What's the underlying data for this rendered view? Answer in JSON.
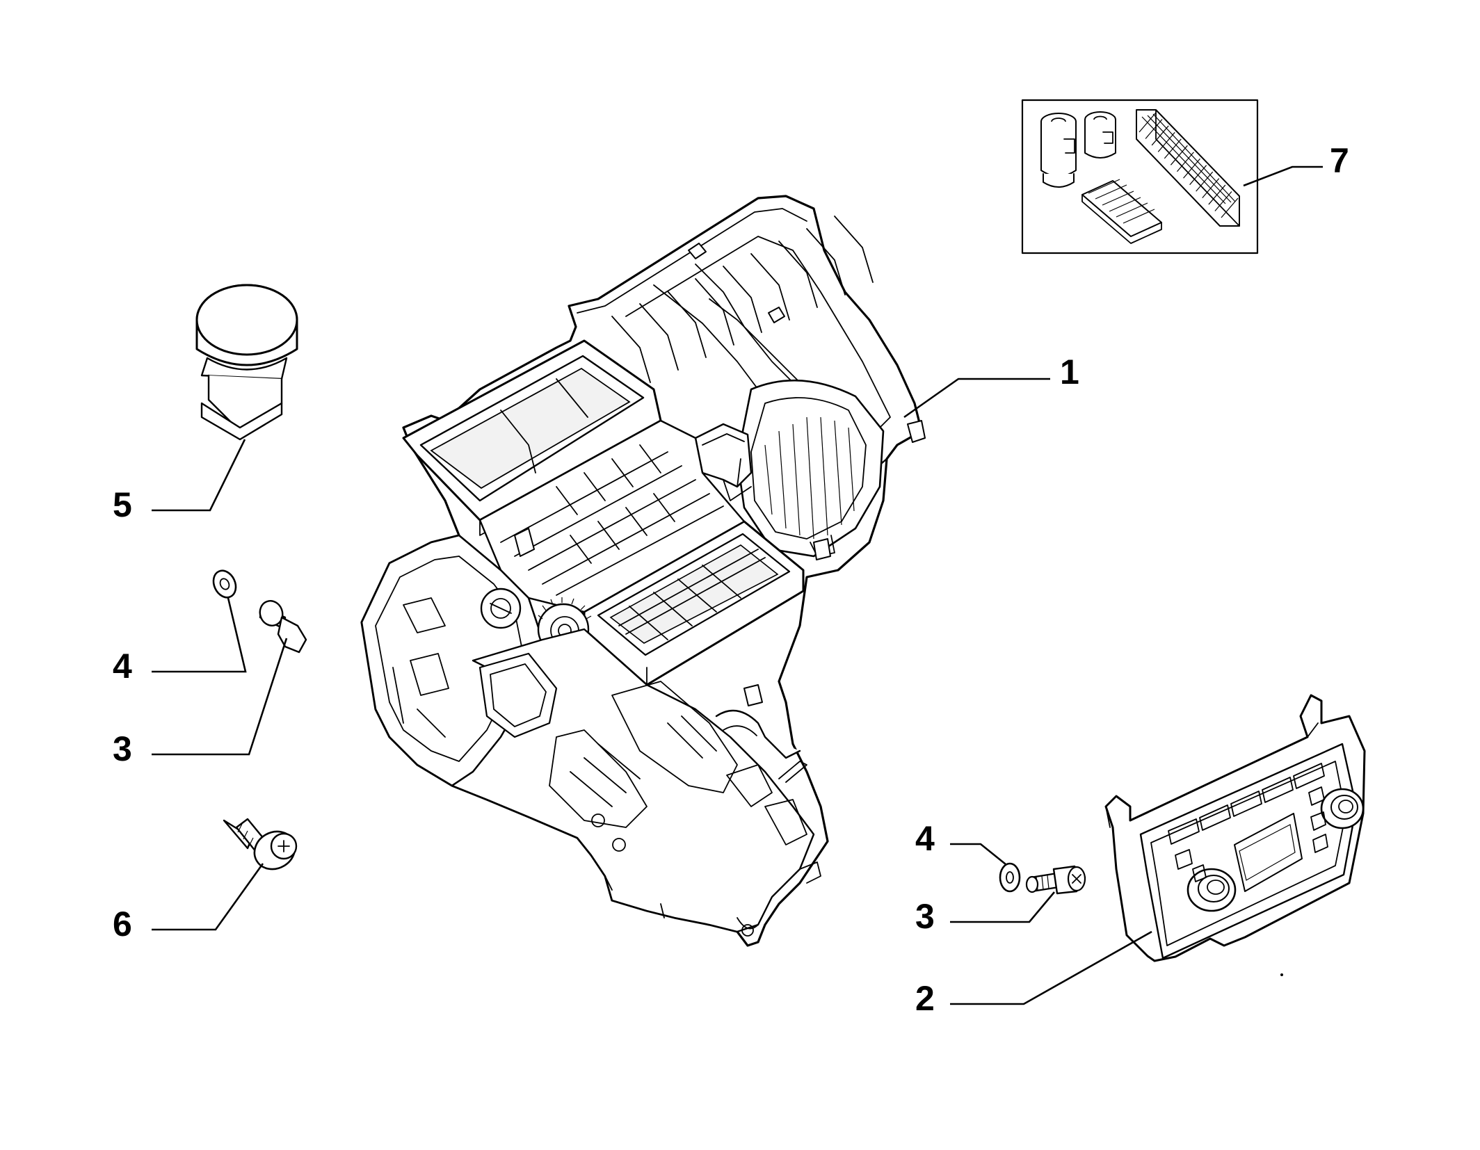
{
  "callouts": [
    {
      "id": "c1",
      "label": "1",
      "part": "hvac-unit"
    },
    {
      "id": "c2",
      "label": "2",
      "part": "climate-control-panel"
    },
    {
      "id": "c3a",
      "label": "3",
      "part": "bolt"
    },
    {
      "id": "c3b",
      "label": "3",
      "part": "bolt"
    },
    {
      "id": "c4a",
      "label": "4",
      "part": "washer"
    },
    {
      "id": "c4b",
      "label": "4",
      "part": "washer"
    },
    {
      "id": "c5",
      "label": "5",
      "part": "actuator"
    },
    {
      "id": "c6",
      "label": "6",
      "part": "screw"
    },
    {
      "id": "c7",
      "label": "7",
      "part": "filter-kit"
    }
  ],
  "colors": {
    "line": "#000000",
    "background": "#ffffff"
  }
}
